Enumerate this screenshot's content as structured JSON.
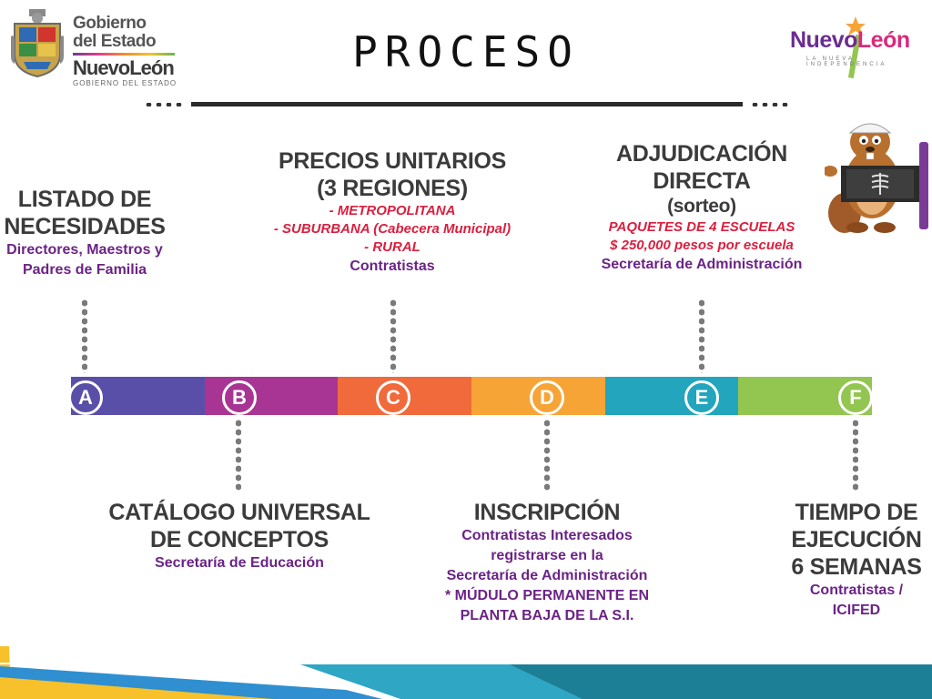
{
  "title": "PROCESO",
  "logos": {
    "gov_line1": "Gobierno",
    "gov_line2": "del Estado",
    "gov_line3": "NuevoLeón",
    "gov_line4": "GOBIERNO DEL ESTADO",
    "nl_word_a": "Nuevo",
    "nl_word_b": "León",
    "nl_sub": "LA NUEVA INDEPENDENCIA"
  },
  "timeline": {
    "colors": [
      "#5a4fa8",
      "#a83593",
      "#f06a3b",
      "#f7a437",
      "#23a5bd",
      "#93c651"
    ],
    "letters": [
      "A",
      "B",
      "C",
      "D",
      "E",
      "F"
    ]
  },
  "steps": {
    "a": {
      "heading": [
        "LISTADO DE",
        "NECESIDADES"
      ],
      "body": [
        "Directores, Maestros y",
        "Padres de Familia"
      ]
    },
    "b": {
      "heading": [
        "CATÁLOGO UNIVERSAL",
        "DE CONCEPTOS"
      ],
      "body": [
        "Secretaría de Educación"
      ]
    },
    "c": {
      "heading": [
        "PRECIOS UNITARIOS",
        "(3 REGIONES)"
      ],
      "red": [
        "- METROPOLITANA",
        "- SUBURBANA (Cabecera Municipal)",
        "- RURAL"
      ],
      "body": [
        "Contratistas"
      ]
    },
    "d": {
      "heading": [
        "INSCRIPCIÓN"
      ],
      "body": [
        "Contratistas Interesados",
        "registrarse en la",
        "Secretaría de Administración",
        "* MÚDULO PERMANENTE EN",
        "PLANTA BAJA DE LA S.I."
      ]
    },
    "e": {
      "heading": [
        "ADJUDICACIÓN",
        "DIRECTA",
        "(sorteo)"
      ],
      "red": [
        "PAQUETES DE 4 ESCUELAS",
        "$ 250,000 pesos por escuela"
      ],
      "body": [
        "Secretaría de Administración"
      ]
    },
    "f": {
      "heading": [
        "TIEMPO DE",
        "EJECUCIÓN",
        "6 SEMANAS"
      ],
      "body": [
        "Contratistas /",
        "ICIFED"
      ]
    }
  }
}
